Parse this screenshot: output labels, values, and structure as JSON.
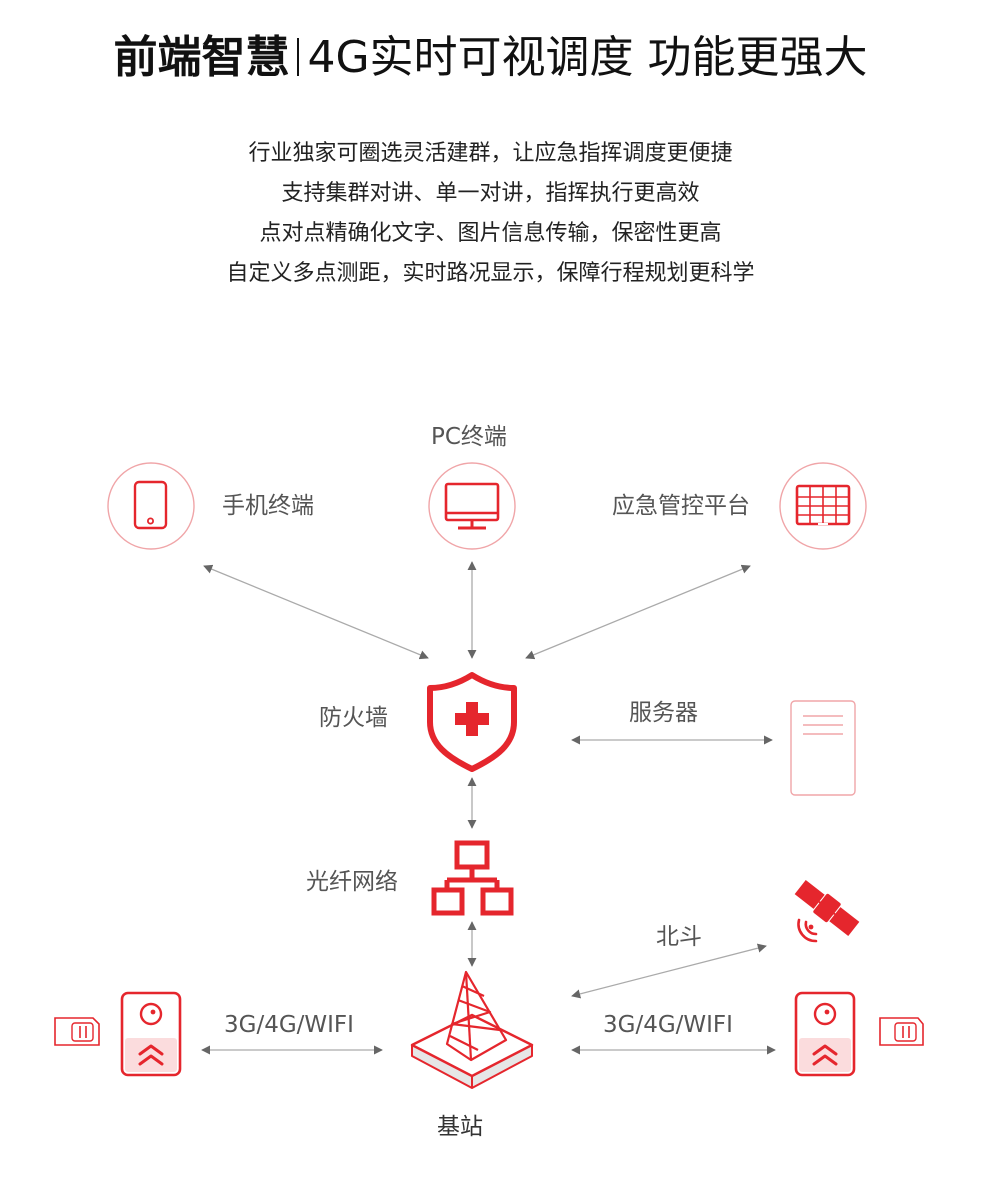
{
  "headline": {
    "bold": "前端智慧",
    "light": "4G实时可视调度 功能更强大"
  },
  "description": [
    "行业独家可圈选灵活建群，让应急指挥调度更便捷",
    "支持集群对讲、单一对讲，指挥执行更高效",
    "点对点精确化文字、图片信息传输，保密性更高",
    "自定义多点测距，实时路况显示，保障行程规划更科学"
  ],
  "nodes": {
    "pc_terminal": "PC终端",
    "mobile_terminal": "手机终端",
    "emergency_platform": "应急管控平台",
    "firewall": "防火墙",
    "server": "服务器",
    "fiber_network": "光纤网络",
    "beidou": "北斗",
    "base_station": "基站"
  },
  "links": {
    "left_wireless": "3G/4G/WIFI",
    "right_wireless": "3G/4G/WIFI"
  },
  "colors": {
    "accent": "#e5262d",
    "circle_stroke": "#f0a5a8",
    "arrow": "#aaaaaa",
    "arrowhead": "#666666",
    "text": "#555555"
  }
}
